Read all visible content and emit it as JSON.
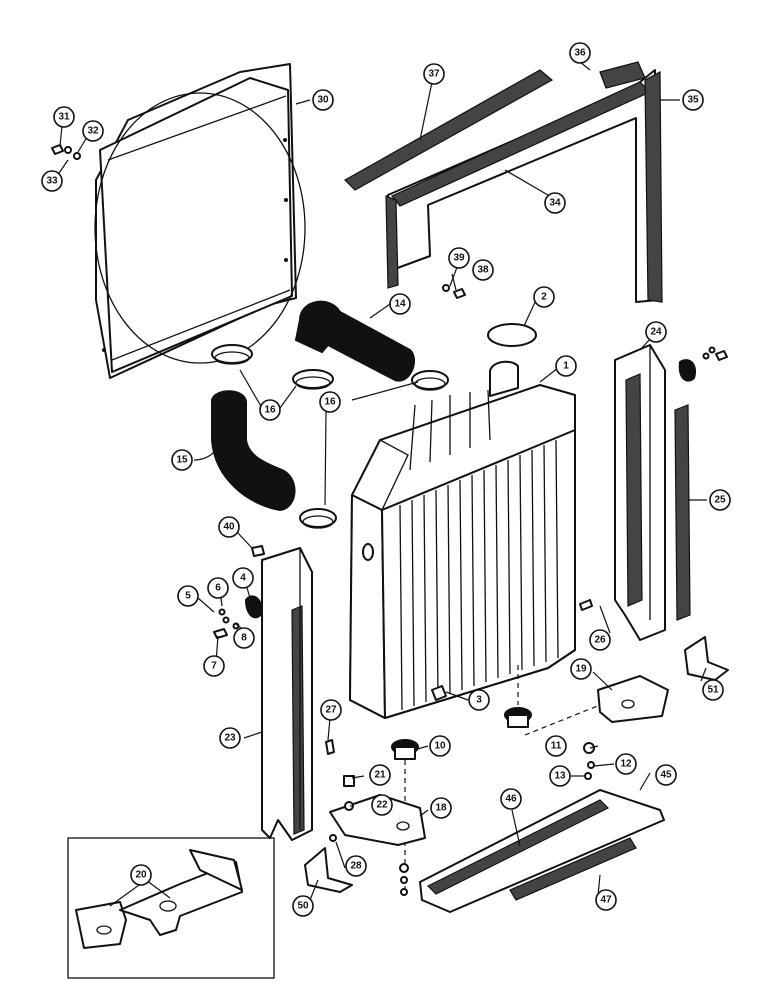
{
  "callouts": {
    "c1": "1",
    "c2": "2",
    "c3": "3",
    "c4": "4",
    "c5": "5",
    "c6": "6",
    "c7": "7",
    "c8": "8",
    "c10": "10",
    "c11": "11",
    "c12": "12",
    "c13": "13",
    "c14": "14",
    "c15": "15",
    "c16a": "16",
    "c16b": "16",
    "c18": "18",
    "c19": "19",
    "c20": "20",
    "c21": "21",
    "c22": "22",
    "c23": "23",
    "c24": "24",
    "c25": "25",
    "c26": "26",
    "c27": "27",
    "c28": "28",
    "c30": "30",
    "c31": "31",
    "c32": "32",
    "c33": "33",
    "c34": "34",
    "c35": "35",
    "c36": "36",
    "c37": "37",
    "c38": "38",
    "c39": "39",
    "c40": "40",
    "c45": "45",
    "c46": "46",
    "c47": "47",
    "c50": "50",
    "c51": "51"
  }
}
